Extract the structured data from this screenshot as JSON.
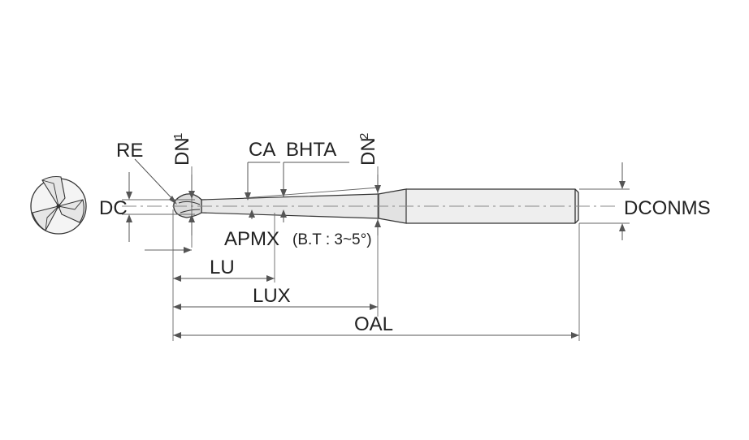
{
  "labels": {
    "re": "RE",
    "dn1_base": "DN",
    "dn1_sub": "1",
    "ca": "CA",
    "bhta": "BHTA",
    "dn2_base": "DN",
    "dn2_sub": "2",
    "dc": "DC",
    "dconms": "DCONMS",
    "apmx": "APMX",
    "bt_note": "(B.T : 3~5°)",
    "lu": "LU",
    "lux": "LUX",
    "oal": "OAL"
  },
  "colors": {
    "line": "#333333",
    "dimension": "#555555",
    "text": "#222222",
    "tool_body": "#d9d9d9"
  }
}
